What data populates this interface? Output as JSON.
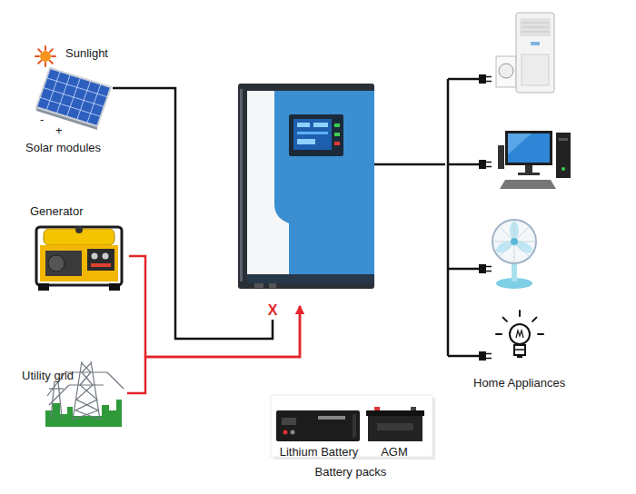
{
  "diagram": {
    "nodes": [
      {
        "text": [
          "Sunlight",
          "-",
          "+",
          "Solar modules"
        ]
      },
      {
        "text": [
          "Generator"
        ]
      },
      {
        "text": [
          "Utility grid"
        ]
      },
      {
        "text": []
      },
      {
        "text": [
          "Home Appliances"
        ]
      },
      {
        "text": [
          "Battery packs"
        ]
      },
      {
        "text": [
          "Lithium Battery"
        ],
        "in": 5
      },
      {
        "text": [
          "AGM"
        ],
        "in": 5
      }
    ],
    "edges": [
      {
        "from": 0,
        "to": 3,
        "label": "X",
        "arrow": "none"
      },
      {
        "from": 1,
        "to": 3,
        "arrow": "to"
      },
      {
        "from": 2,
        "to": 3,
        "arrow": "to"
      },
      {
        "from": 3,
        "to": 4,
        "arrow": "none"
      }
    ]
  }
}
